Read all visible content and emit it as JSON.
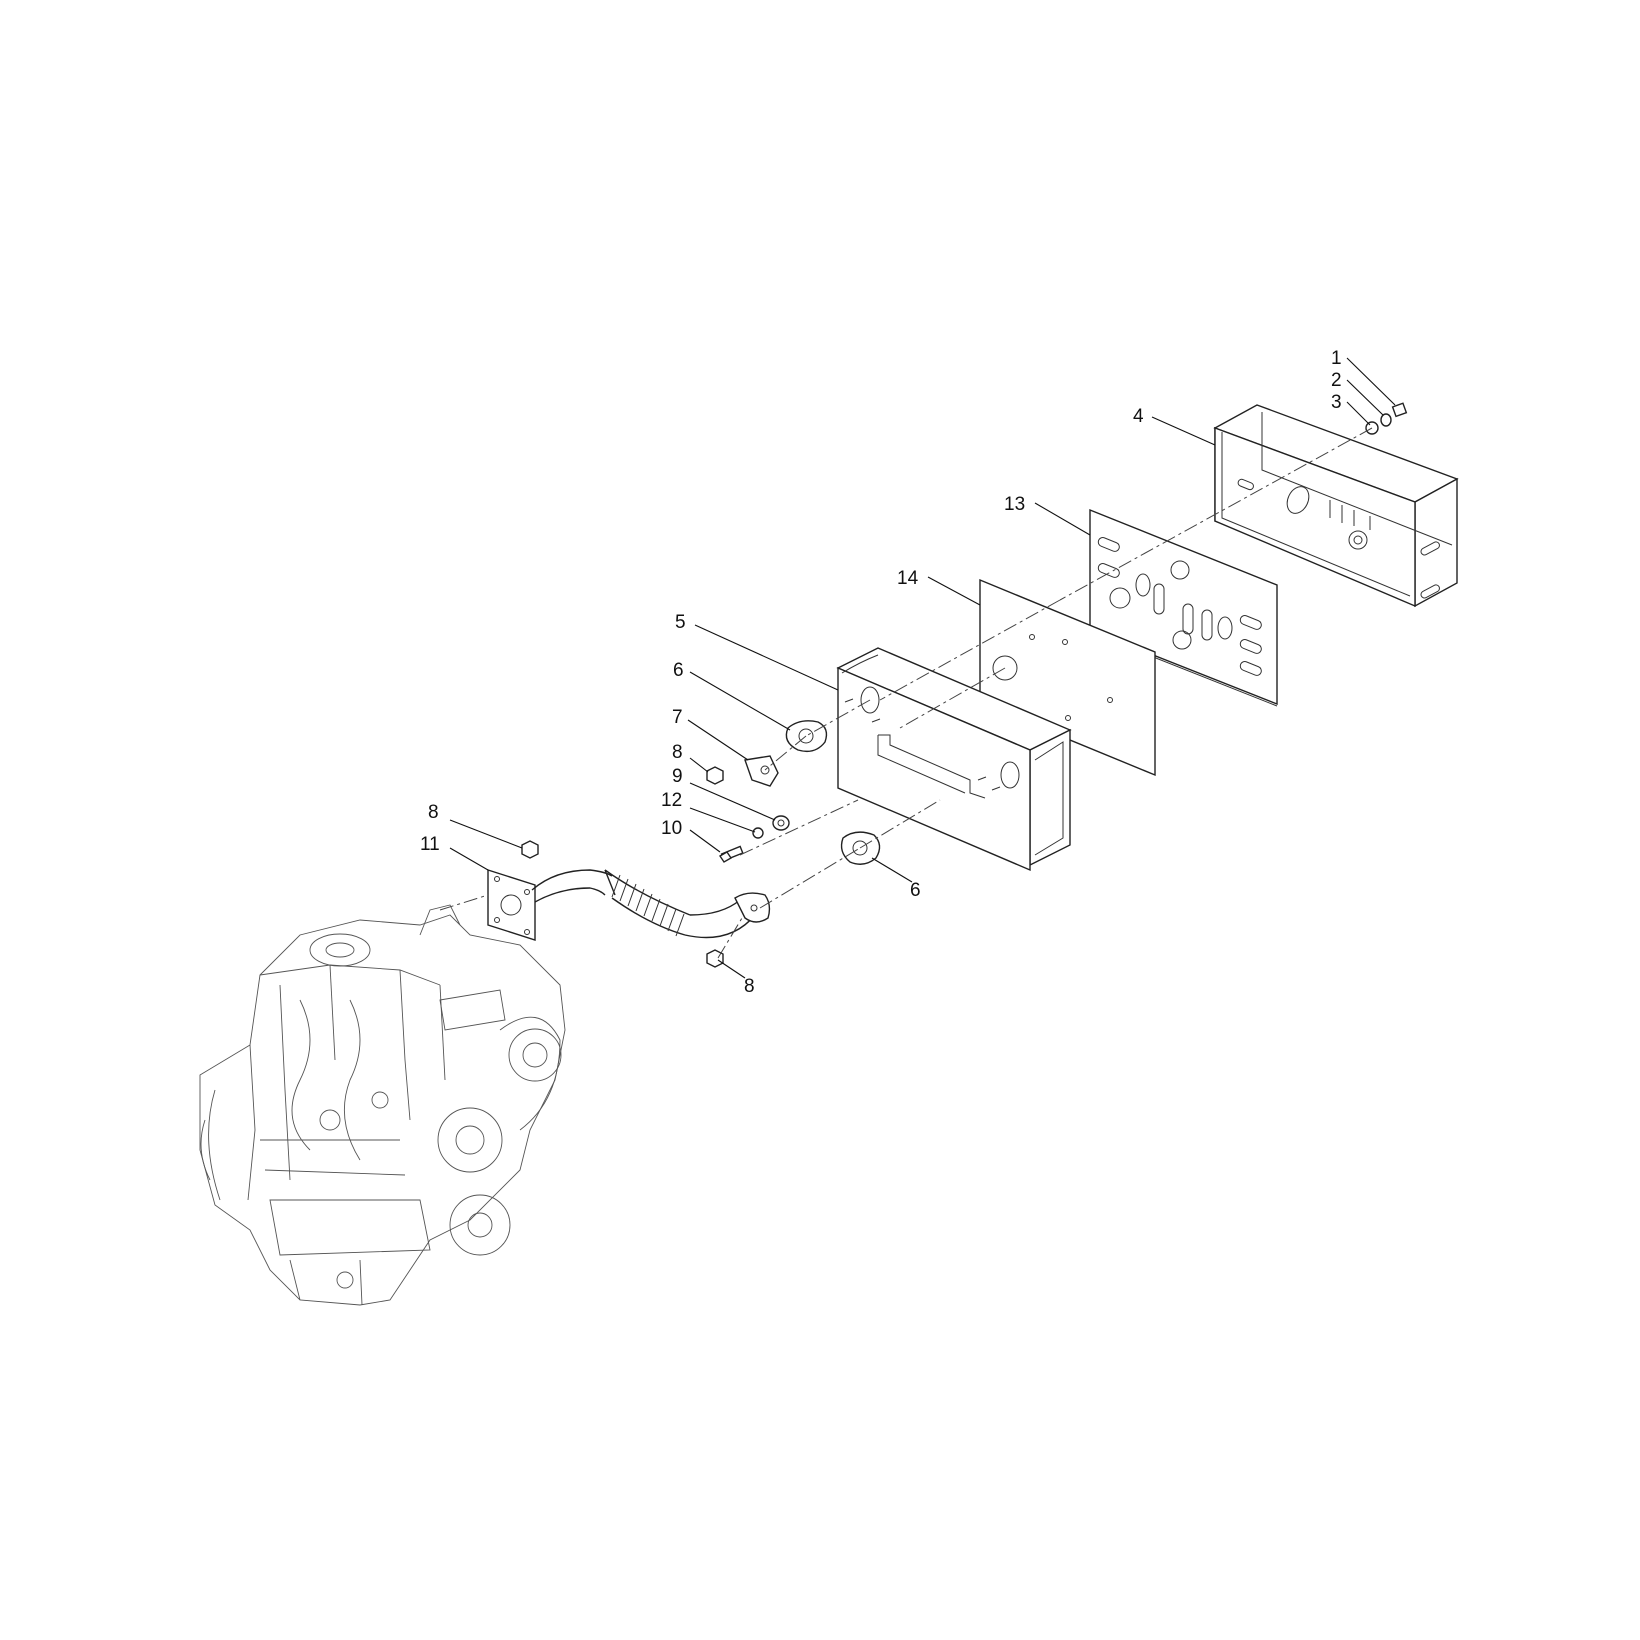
{
  "callouts": [
    {
      "id": "c1",
      "label": "1"
    },
    {
      "id": "c2",
      "label": "2"
    },
    {
      "id": "c3",
      "label": "3"
    },
    {
      "id": "c4",
      "label": "4"
    },
    {
      "id": "c13",
      "label": "13"
    },
    {
      "id": "c14",
      "label": "14"
    },
    {
      "id": "c5",
      "label": "5"
    },
    {
      "id": "c6a",
      "label": "6"
    },
    {
      "id": "c7",
      "label": "7"
    },
    {
      "id": "c8a",
      "label": "8"
    },
    {
      "id": "c9",
      "label": "9"
    },
    {
      "id": "c12",
      "label": "12"
    },
    {
      "id": "c10",
      "label": "10"
    },
    {
      "id": "c8b",
      "label": "8"
    },
    {
      "id": "c11",
      "label": "11"
    },
    {
      "id": "c6b",
      "label": "6"
    },
    {
      "id": "c8c",
      "label": "8"
    }
  ]
}
